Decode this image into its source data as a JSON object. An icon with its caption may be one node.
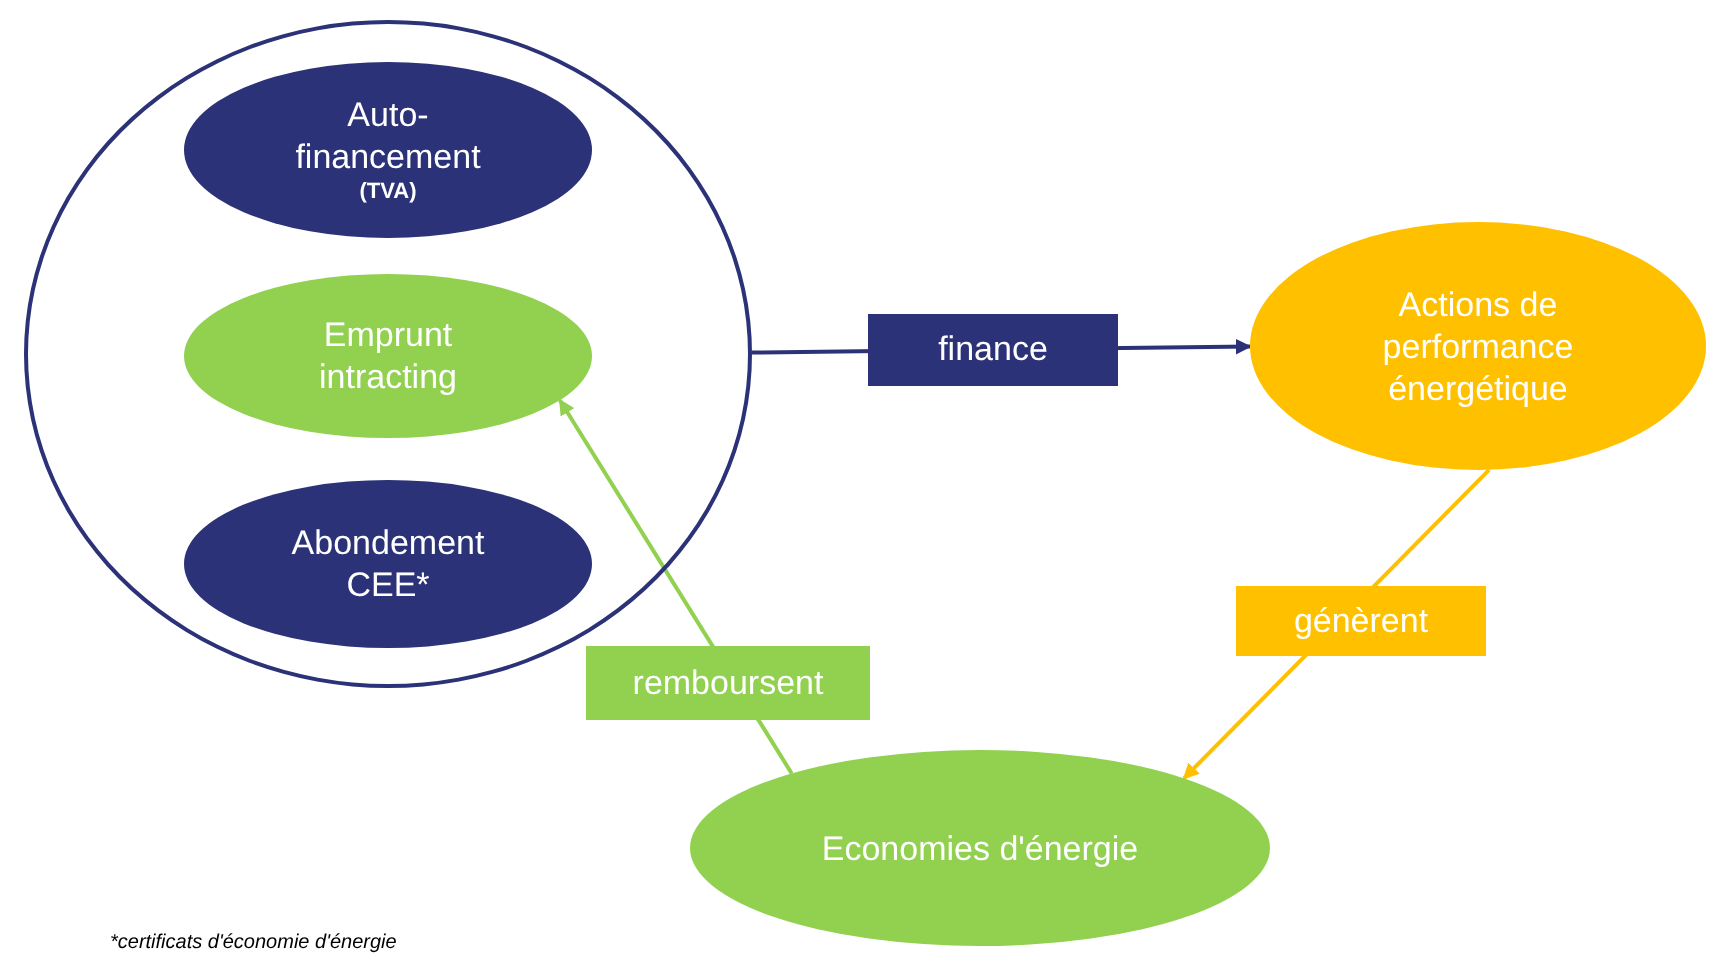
{
  "diagram": {
    "nodes": [
      {
        "text": [],
        "shape": "circle"
      },
      {
        "text": [
          "Auto- financement",
          "(TVA)"
        ],
        "in": 0
      },
      {
        "text": [
          "Emprunt intracting"
        ],
        "in": 0
      },
      {
        "text": [
          "Abondement CEE*"
        ],
        "in": 0
      },
      {
        "text": [
          "Actions de performance énergétique"
        ]
      },
      {
        "text": [
          "Economies d'énergie"
        ]
      }
    ],
    "edges": [
      {
        "from": 0,
        "to": 4,
        "arrow": "to",
        "label": "finance",
        "color": "#2b3277"
      },
      {
        "from": 4,
        "to": 5,
        "arrow": "to",
        "label": "génèrent",
        "color": "#ffc000"
      },
      {
        "from": 5,
        "to": 2,
        "arrow": "to",
        "label": "remboursent",
        "color": "#92d050"
      }
    ],
    "labels": [
      "*certificats d'économie d'énergie"
    ]
  }
}
